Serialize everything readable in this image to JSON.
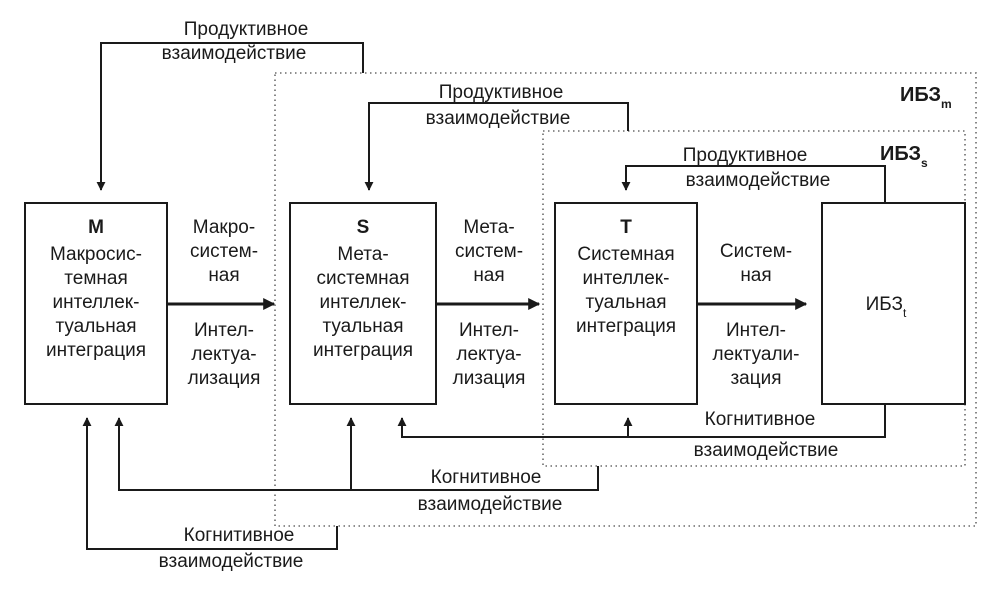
{
  "regions": {
    "ibz_m": {
      "label": "ИБЗ",
      "sub": "m"
    },
    "ibz_s": {
      "label": "ИБЗ",
      "sub": "s"
    }
  },
  "blocks": {
    "M": {
      "letter": "M",
      "lines": [
        "Макросис-",
        "темная",
        "интеллек-",
        "туальная",
        "интеграция"
      ]
    },
    "S": {
      "letter": "S",
      "lines": [
        "Мета-",
        "системная",
        "интеллек-",
        "туальная",
        "интеграция"
      ]
    },
    "T": {
      "letter": "T",
      "lines": [
        "Системная",
        "интеллек-",
        "туальная",
        "интеграция"
      ]
    },
    "I": {
      "label": "ИБЗ",
      "sub": "t"
    }
  },
  "edges": {
    "macro_upper": [
      "Макро-",
      "систем-",
      "ная"
    ],
    "macro_lower": [
      "Интел-",
      "лектуа-",
      "лизация"
    ],
    "meta_upper": [
      "Мета-",
      "систем-",
      "ная"
    ],
    "meta_lower": [
      "Интел-",
      "лектуа-",
      "лизация"
    ],
    "sys_upper": [
      "Систем-",
      "ная"
    ],
    "sys_lower": [
      "Интел-",
      "лектуали-",
      "зация"
    ]
  },
  "feedback": {
    "prod_outer": [
      "Продуктивное",
      "взаимодействие"
    ],
    "prod_mid": [
      "Продуктивное",
      "взаимодействие"
    ],
    "prod_inner": [
      "Продуктивное",
      "взаимодействие"
    ],
    "cog_inner": [
      "Когнитивное",
      "взаимодействие"
    ],
    "cog_mid": [
      "Когнитивное",
      "взаимодействие"
    ],
    "cog_outer": [
      "Когнитивное",
      "взаимодействие"
    ]
  }
}
